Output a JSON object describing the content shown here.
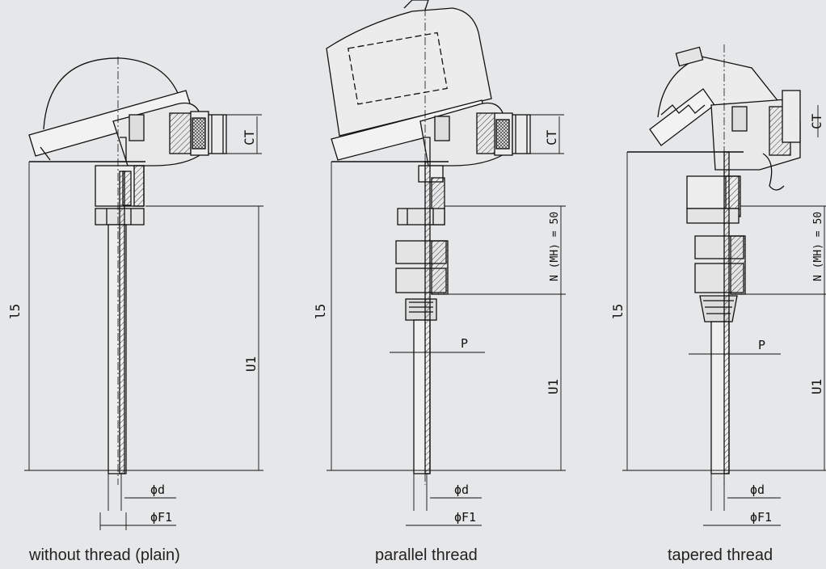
{
  "captions": [
    "without thread (plain)",
    "parallel thread",
    "tapered thread"
  ],
  "dims": {
    "l5": "l5",
    "u1": "U1",
    "ct": "CT",
    "phi_d": "ϕd",
    "phi_f1": "ϕF1",
    "p": "P",
    "n_mh": "N (MH) = 50"
  },
  "colors": {
    "background": "#e6e7e8",
    "line": "#111111",
    "hatch": "#333333"
  }
}
